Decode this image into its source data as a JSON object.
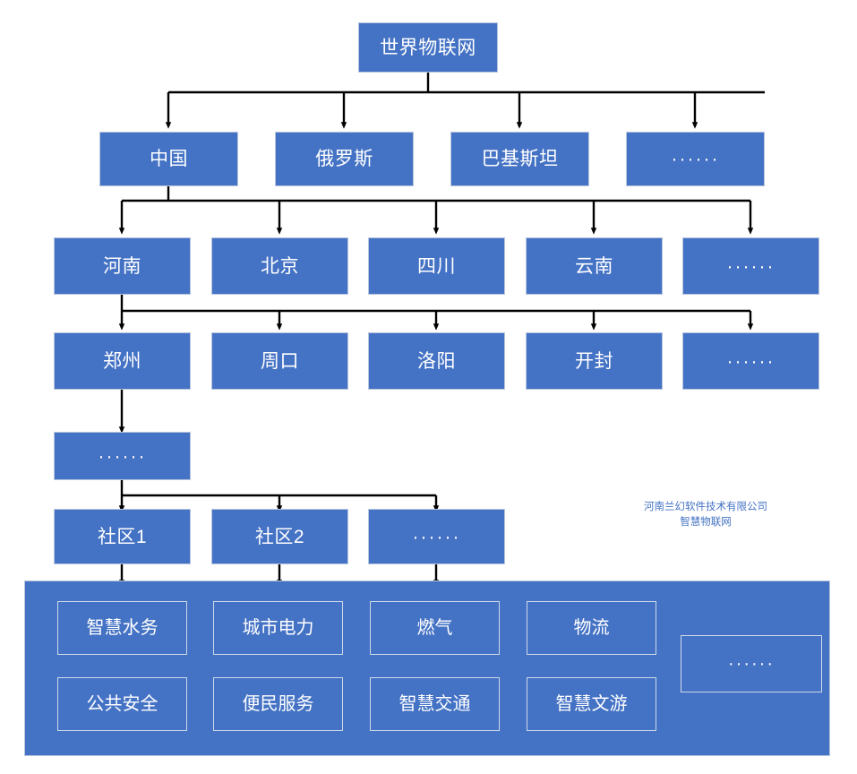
{
  "diagram": {
    "title": "世界物联网",
    "ellipsis": "······",
    "levels": {
      "root": {
        "label": "世界物联网"
      },
      "countries": [
        {
          "label": "中国"
        },
        {
          "label": "俄罗斯"
        },
        {
          "label": "巴基斯坦"
        },
        {
          "label": "······"
        }
      ],
      "provinces": [
        {
          "label": "河南"
        },
        {
          "label": "北京"
        },
        {
          "label": "四川"
        },
        {
          "label": "云南"
        },
        {
          "label": "······"
        }
      ],
      "cities": [
        {
          "label": "郑州"
        },
        {
          "label": "周口"
        },
        {
          "label": "洛阳"
        },
        {
          "label": "开封"
        },
        {
          "label": "······"
        }
      ],
      "districts": [
        {
          "label": "······"
        }
      ],
      "communities": [
        {
          "label": "社区1"
        },
        {
          "label": "社区2"
        },
        {
          "label": "······"
        }
      ],
      "services": [
        {
          "label": "智慧水务"
        },
        {
          "label": "城市电力"
        },
        {
          "label": "燃气"
        },
        {
          "label": "物流"
        },
        {
          "label": "公共安全"
        },
        {
          "label": "便民服务"
        },
        {
          "label": "智慧交通"
        },
        {
          "label": "智慧文游"
        },
        {
          "label": "······"
        }
      ]
    }
  },
  "credit": {
    "line1": "河南兰幻软件技术有限公司",
    "line2": "智慧物联网"
  },
  "colors": {
    "node_fill": "#4472C4",
    "node_border": "#b9c5dd",
    "node_text": "#ffffff",
    "connector": "#000000",
    "credit_text": "#4472C4",
    "background": "#ffffff"
  }
}
